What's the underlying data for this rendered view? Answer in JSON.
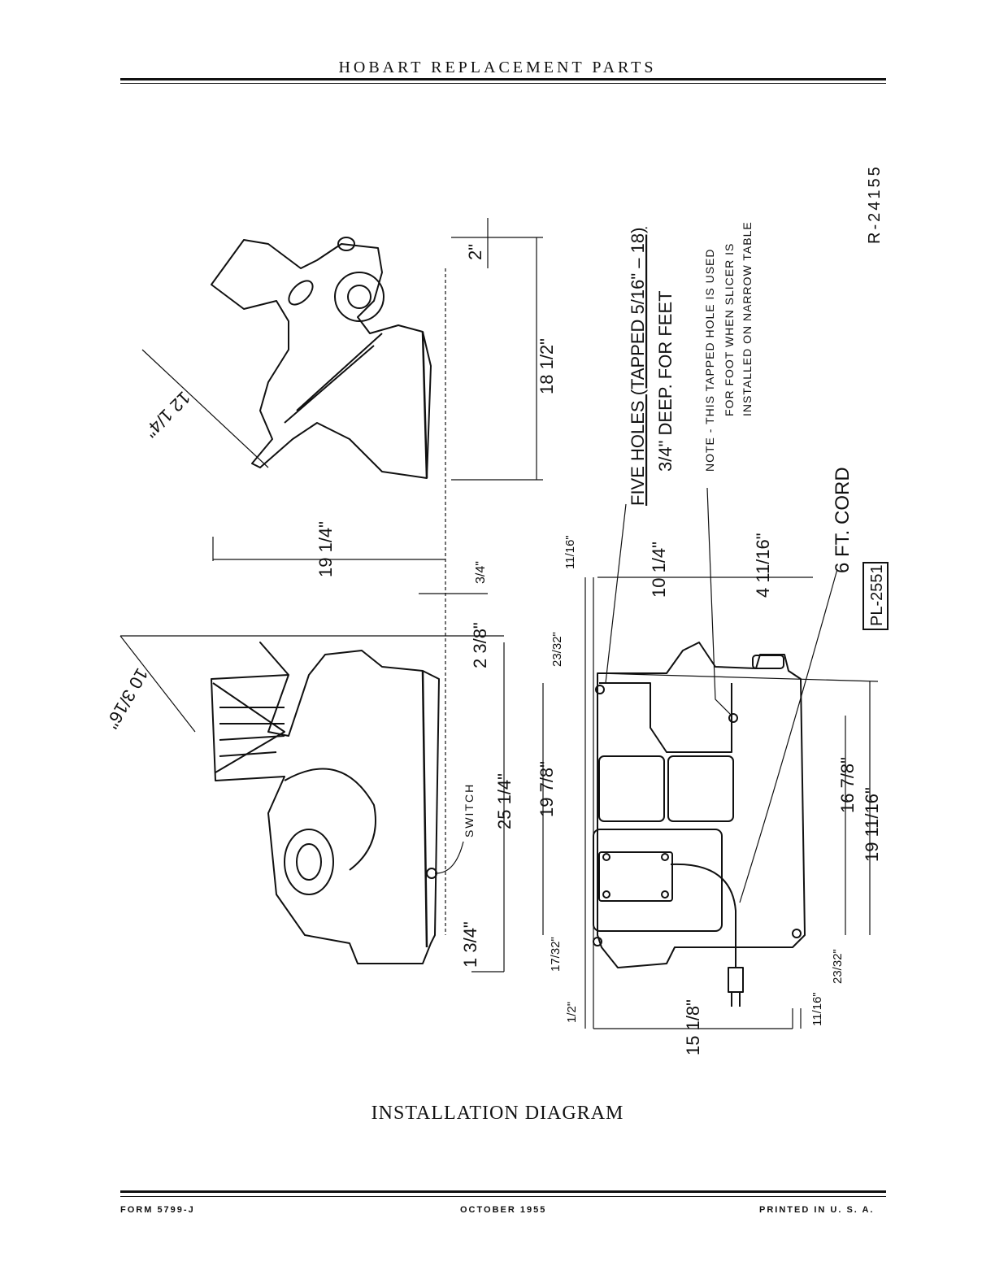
{
  "header": {
    "title": "HOBART REPLACEMENT PARTS"
  },
  "drawing": {
    "ref_number": "R-24155",
    "part_number": "PL-2551",
    "notes": {
      "holes_line1": "FIVE HOLES (TAPPED 5/16\" – 18)",
      "holes_line2": "3/4\" DEEP.  FOR FEET",
      "note_line1": "NOTE - THIS TAPPED HOLE IS USED",
      "note_line2": "FOR FOOT WHEN SLICER IS",
      "note_line3": "INSTALLED ON NARROW TABLE",
      "cord": "6 FT. CORD",
      "switch": "SWITCH"
    },
    "dimensions": {
      "d_2": "2\"",
      "d_18_1_2": "18 1/2\"",
      "d_12_1_4": "12 1/4\"",
      "d_19_1_4": "19 1/4\"",
      "d_3_4": "3/4\"",
      "d_10_3_16": "10 3/16\"",
      "d_2_3_8": "2 3/8\"",
      "d_23_32_a": "23/32\"",
      "d_25_1_4": "25 1/4\"",
      "d_19_7_8": "19 7/8\"",
      "d_1_3_4": "1 3/4\"",
      "d_17_32": "17/32\"",
      "d_11_16_a": "11/16\"",
      "d_10_1_4": "10 1/4\"",
      "d_4_11_16": "4 11/16\"",
      "d_16_7_8": "16 7/8\"",
      "d_19_11_16": "19 11/16\"",
      "d_23_32_b": "23/32\"",
      "d_1_2": "1/2\"",
      "d_15_1_8": "15 1/8\"",
      "d_11_16_b": "11/16\""
    }
  },
  "caption": "INSTALLATION  DIAGRAM",
  "footer": {
    "form": "FORM 5799-J",
    "date": "OCTOBER 1955",
    "printed": "PRINTED IN U. S. A."
  }
}
